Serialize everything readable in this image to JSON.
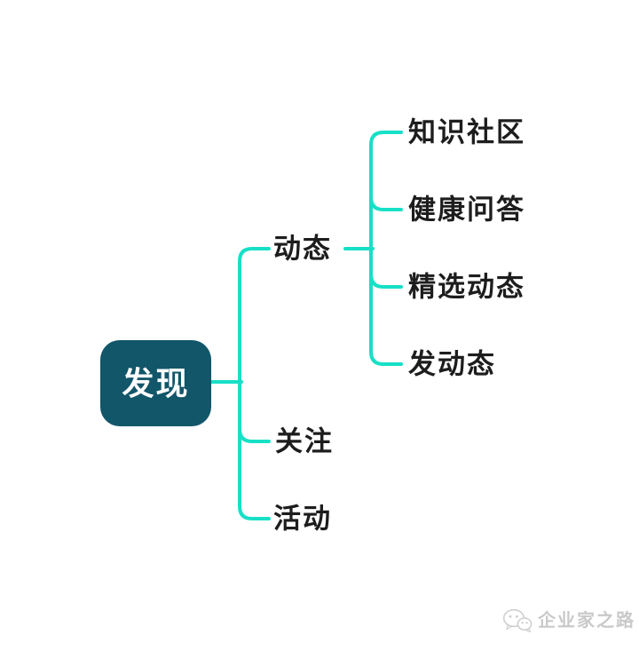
{
  "colors": {
    "node_bg": "#115669",
    "connector": "#17E0C6",
    "label_text": "#1D1D1D",
    "root_text": "#FFFFFF",
    "watermark_text": "#C9C9C9"
  },
  "mindmap": {
    "root": {
      "label": "发现"
    },
    "branches": [
      {
        "label": "动态",
        "children": [
          {
            "label": "知识社区"
          },
          {
            "label": "健康问答"
          },
          {
            "label": "精选动态"
          },
          {
            "label": "发动态"
          }
        ]
      },
      {
        "label": "关注",
        "children": []
      },
      {
        "label": "活动",
        "children": []
      }
    ]
  },
  "watermark": {
    "icon": "wechat-icon",
    "text": "企业家之路"
  }
}
